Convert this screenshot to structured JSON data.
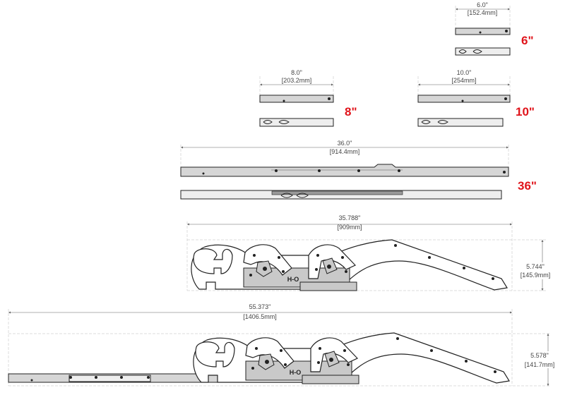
{
  "slides": [
    {
      "label": "6\"",
      "dim_in": "6.0\"",
      "dim_mm": "[152.4mm]"
    },
    {
      "label": "8\"",
      "dim_in": "8.0\"",
      "dim_mm": "[203.2mm]"
    },
    {
      "label": "10\"",
      "dim_in": "10.0\"",
      "dim_mm": "[254mm]"
    },
    {
      "label": "36\"",
      "dim_in": "36.0\"",
      "dim_mm": "[914.4mm]"
    }
  ],
  "assemblies": [
    {
      "length_in": "35.788\"",
      "length_mm": "[909mm]",
      "height_in": "5.744\"",
      "height_mm": "[145.9mm]"
    },
    {
      "length_in": "55.373\"",
      "length_mm": "[1406.5mm]",
      "height_in": "5.578\"",
      "height_mm": "[141.7mm]"
    }
  ],
  "colors": {
    "size_label": "#e0141b"
  }
}
